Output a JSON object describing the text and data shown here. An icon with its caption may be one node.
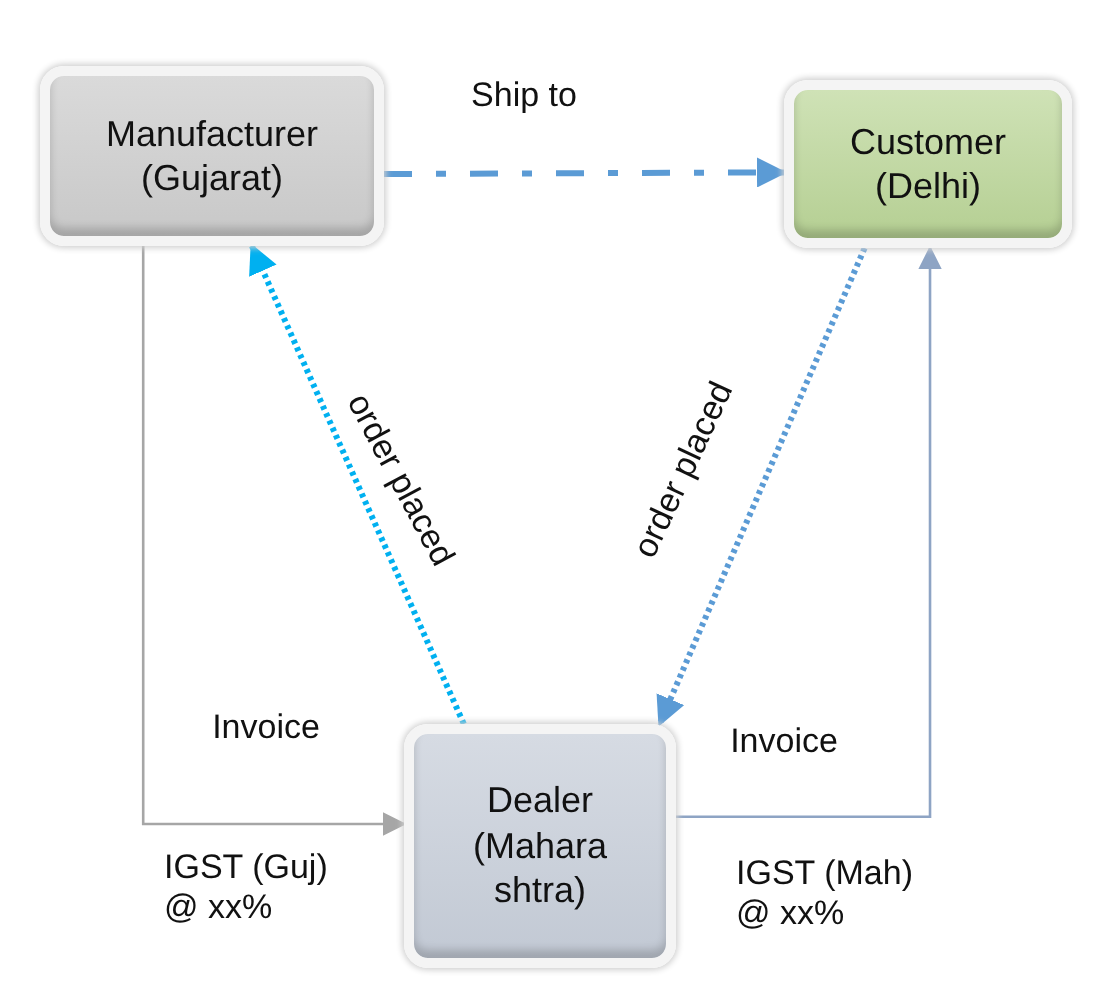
{
  "diagram": {
    "nodes": [
      {
        "text": [
          "Manufacturer (Gujarat)"
        ]
      },
      {
        "text": [
          "Customer (Delhi)"
        ]
      },
      {
        "text": [
          "Dealer (Mahara shtra)"
        ]
      }
    ],
    "edges": [
      {
        "from": 0,
        "to": 1,
        "arrow": "to",
        "label": "Ship to",
        "style": "dashed",
        "color": "#5b9bd5"
      },
      {
        "from": 2,
        "to": 0,
        "arrow": "to",
        "label": "order placed",
        "style": "dashed",
        "color": "#00b0f0"
      },
      {
        "from": 1,
        "to": 2,
        "arrow": "to",
        "label": "order placed",
        "style": "dashed",
        "color": "#5b9bd5"
      },
      {
        "from": 0,
        "to": 2,
        "arrow": "to",
        "label": "Invoice",
        "color": "#a6a6a6"
      },
      {
        "from": 2,
        "to": 1,
        "arrow": "to",
        "label": "Invoice",
        "color": "#8ea4c4"
      }
    ],
    "labels": [
      "IGST (Guj) @ xx%",
      "IGST (Mah) @ xx%"
    ]
  }
}
